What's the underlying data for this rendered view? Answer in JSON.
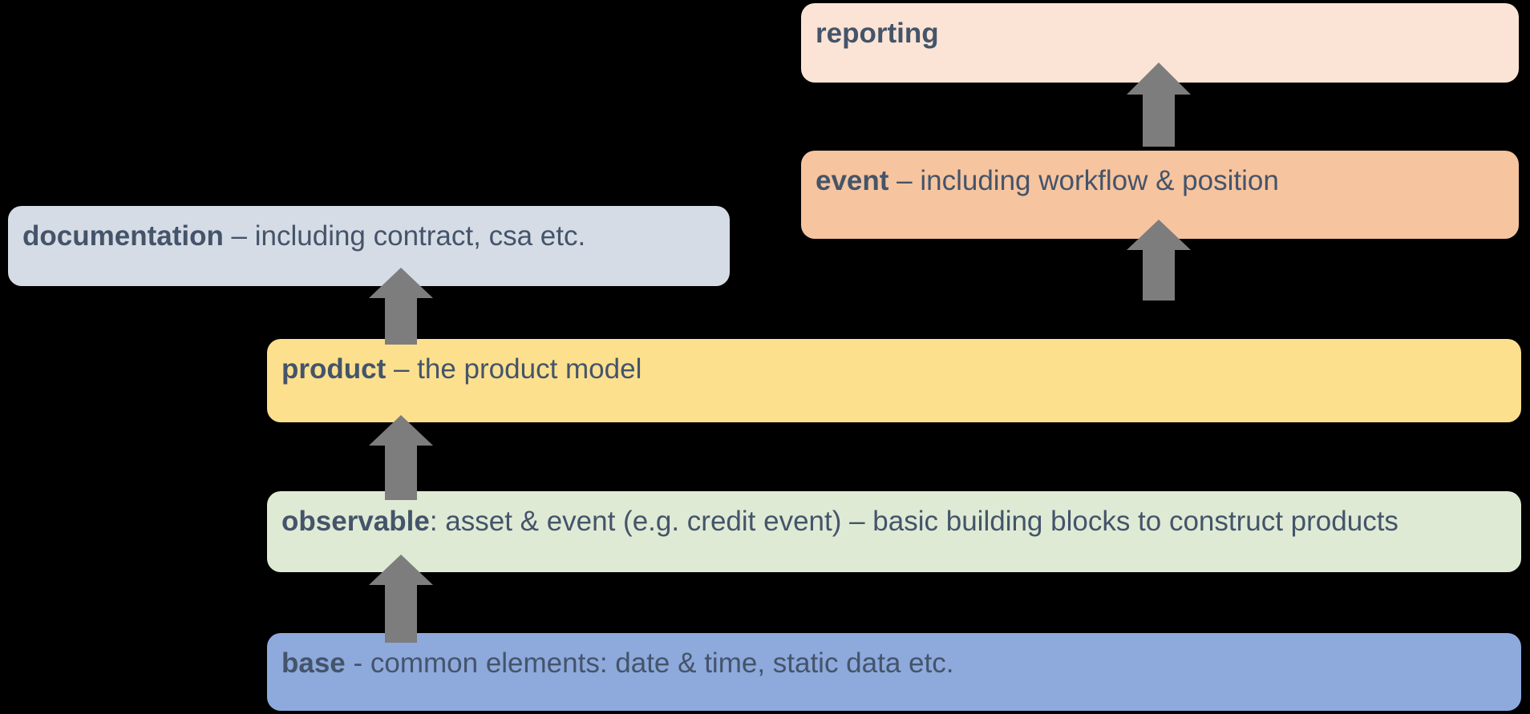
{
  "diagram": {
    "title": "model layer diagram",
    "background_color": "#000000",
    "text_color": "#44546A",
    "arrow_color": "#7D7D7D",
    "boxes": {
      "reporting": {
        "keyword": "reporting",
        "description": "",
        "fill": "#FBE4D5"
      },
      "event": {
        "keyword": "event",
        "description": " – including workflow & position",
        "fill": "#F6C49E"
      },
      "documentation": {
        "keyword": "documentation",
        "description": " – including contract, csa etc.",
        "fill": "#D6DCE5"
      },
      "product": {
        "keyword": "product",
        "description": " – the product model",
        "fill": "#FCE08E"
      },
      "observable": {
        "keyword": "observable",
        "description": ": asset & event (e.g. credit event) – basic building blocks to construct products",
        "fill": "#DFEAD5"
      },
      "base": {
        "keyword": "base",
        "description": " - common elements: date & time, static data etc.",
        "fill": "#8EA9DC"
      }
    },
    "arrows": [
      {
        "from": "base",
        "to": "observable"
      },
      {
        "from": "observable",
        "to": "product"
      },
      {
        "from": "product",
        "to": "documentation"
      },
      {
        "from": "product",
        "to": "event"
      },
      {
        "from": "event",
        "to": "reporting"
      }
    ]
  }
}
